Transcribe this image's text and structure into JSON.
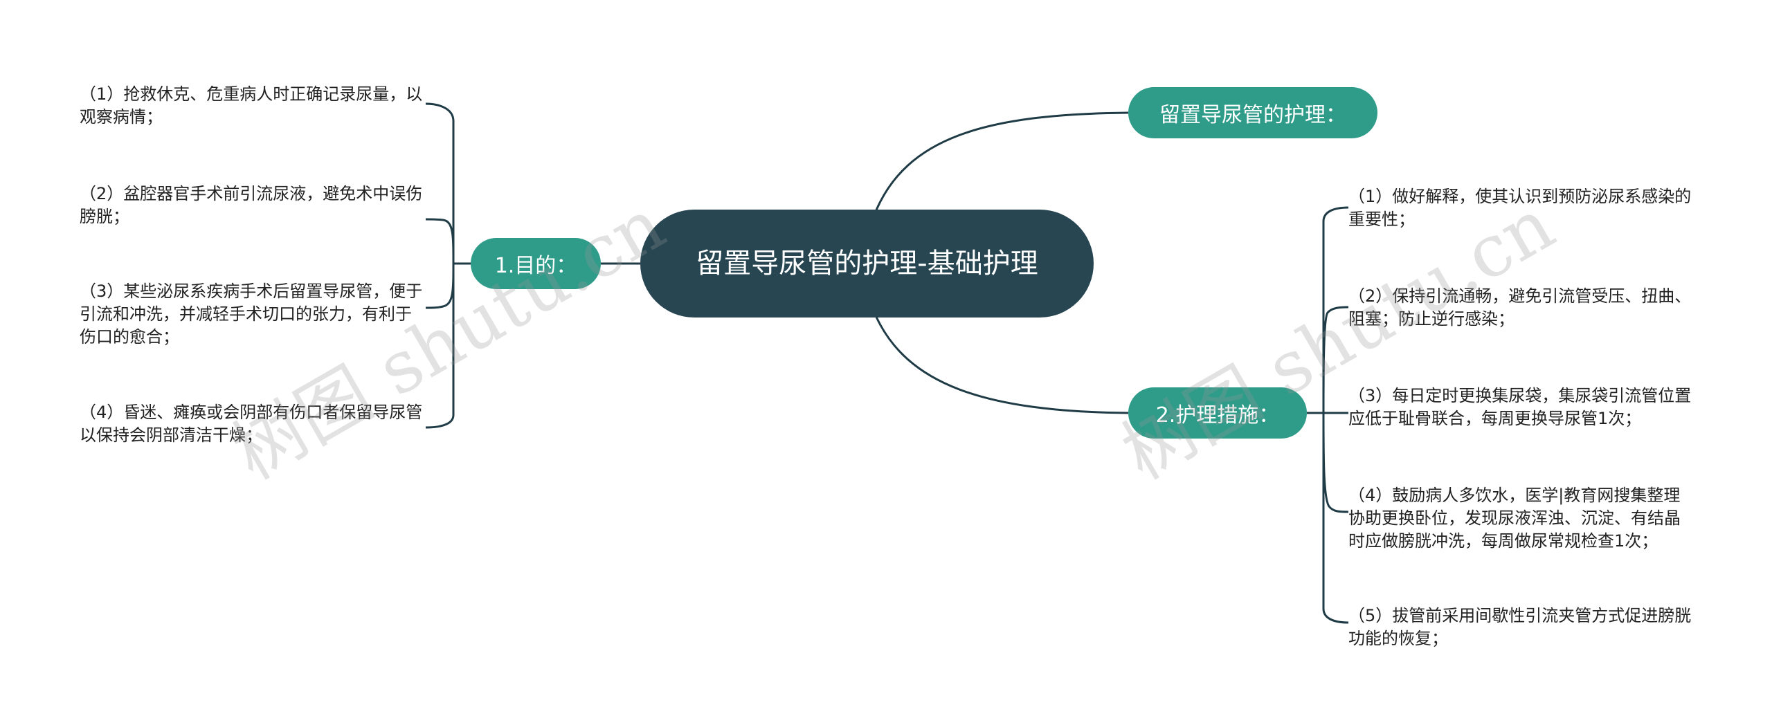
{
  "root": {
    "title": "留置导尿管的护理-基础护理"
  },
  "branches": {
    "top": {
      "label": "留置导尿管的护理："
    },
    "left": {
      "label": "1.目的：",
      "items": [
        "（1）抢救休克、危重病人时正确记录尿量，以观察病情；",
        "（2）盆腔器官手术前引流尿液，避免术中误伤膀胱；",
        "（3）某些泌尿系疾病手术后留置导尿管，便于引流和冲洗，并减轻手术切口的张力，有利于伤口的愈合；",
        "（4）昏迷、瘫痪或会阴部有伤口者保留导尿管以保持会阴部清洁干燥；"
      ]
    },
    "right": {
      "label": "2.护理措施：",
      "items": [
        "（1）做好解释，使其认识到预防泌尿系感染的重要性；",
        "（2）保持引流通畅，避免引流管受压、扭曲、阻塞；防止逆行感染；",
        "（3）每日定时更换集尿袋，集尿袋引流管位置应低于耻骨联合，每周更换导尿管1次；",
        "（4）鼓励病人多饮水，医学|教育网搜集整理协助更换卧位，发现尿液浑浊、沉淀、有结晶时应做膀胱冲洗，每周做尿常规检查1次；",
        "（5）拔管前采用间歇性引流夹管方式促进膀胱功能的恢复；"
      ]
    }
  },
  "watermark": {
    "text": "树图 shutu.cn"
  },
  "colors": {
    "root": "#274652",
    "branch": "#2f9c8a",
    "line": "#1f3b45"
  }
}
